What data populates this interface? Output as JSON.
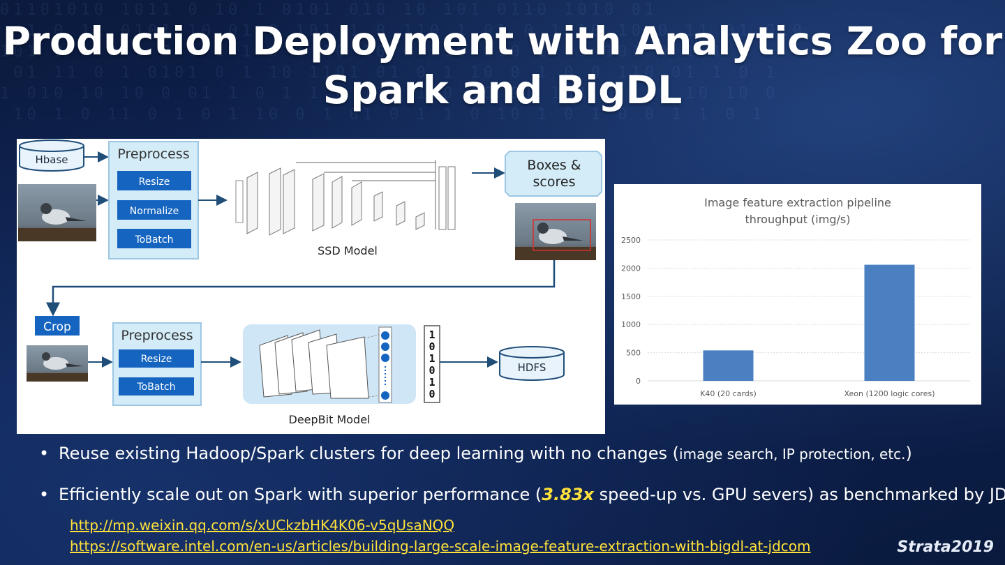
{
  "slide": {
    "title_line1": "Production Deployment with Analytics Zoo for",
    "title_line2": "Spark and BigDL",
    "footer_brand": "Strata2019"
  },
  "diagram": {
    "hbase": "Hbase",
    "preprocess_top": "Preprocess",
    "steps_top": [
      "Resize",
      "Normalize",
      "ToBatch"
    ],
    "ssd_model": "SSD Model",
    "boxes_scores_line1": "Boxes &",
    "boxes_scores_line2": "scores",
    "crop": "Crop",
    "preprocess_bottom": "Preprocess",
    "steps_bottom": [
      "Resize",
      "ToBatch"
    ],
    "deepbit_model": "DeepBit Model",
    "binary_bits": [
      "1",
      "0",
      "1",
      "0",
      "1",
      "0"
    ],
    "hdfs": "HDFS"
  },
  "chart_data": {
    "type": "bar",
    "title_line1": "Image feature extraction pipeline",
    "title_line2": "throughput (img/s)",
    "categories": [
      "K40 (20 cards)",
      "Xeon (1200 logic cores)"
    ],
    "values": [
      540,
      2060
    ],
    "ylim": [
      0,
      2500
    ],
    "yticks": [
      "0",
      "500",
      "1000",
      "1500",
      "2000",
      "2500"
    ],
    "grid": true,
    "bar_color": "#4a7fc1"
  },
  "bullets": {
    "b1_main": "Reuse existing Hadoop/Spark clusters for deep learning with no changes (",
    "b1_small": "image search, IP protection, etc.",
    "b1_end": ")",
    "b2_main": "Efficiently scale out on Spark with superior performance (",
    "b2_highlight": "3.83x",
    "b2_rest": " speed-up vs. GPU severs) as benchmarked by JD",
    "link1": "http://mp.weixin.qq.com/s/xUCkzbHK4K06-v5qUsaNQQ",
    "link2": "https://software.intel.com/en-us/articles/building-large-scale-image-feature-extraction-with-bigdl-at-jdcom"
  },
  "colors": {
    "accent_blue": "#1565c0",
    "highlight_yellow": "#ffe13b",
    "bar_blue": "#4a7fc1",
    "panel_light_blue": "#d3ecf8"
  }
}
